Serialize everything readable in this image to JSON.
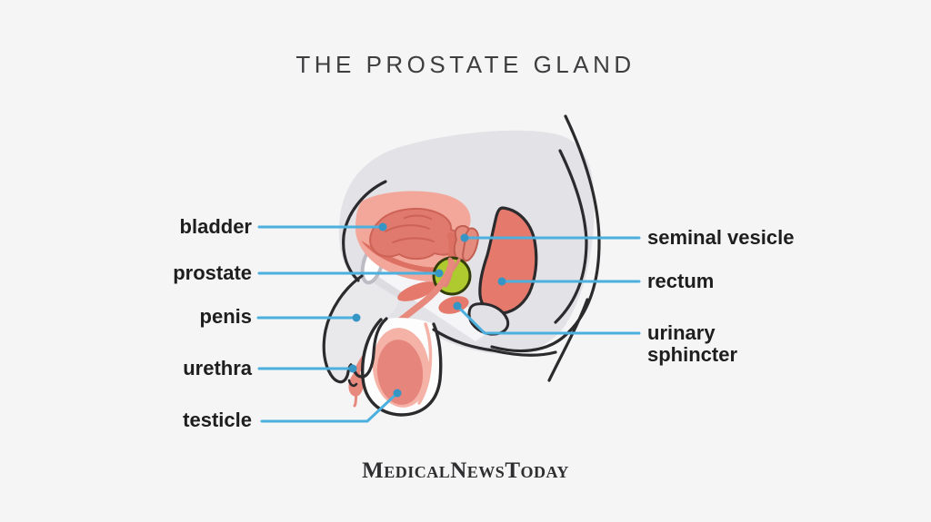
{
  "title": "THE PROSTATE GLAND",
  "brand": "MedicalNewsToday",
  "labels": {
    "left": [
      {
        "text": "bladder"
      },
      {
        "text": "prostate"
      },
      {
        "text": "penis"
      },
      {
        "text": "urethra"
      },
      {
        "text": "testicle"
      }
    ],
    "right": [
      {
        "text": "seminal vesicle"
      },
      {
        "text": "rectum"
      },
      {
        "text": "urinary sphincter"
      }
    ]
  },
  "colors": {
    "background": "#f5f5f5",
    "body_silhouette": "#e3e2e6",
    "outline_black": "#2b2a2c",
    "organ_salmon": "#e5796c",
    "organ_salmon_light": "#f3a79a",
    "bladder_inner": "#e07a6e",
    "prostate_green": "#aeca2f",
    "prostate_outline": "#333d0c",
    "leader_line_blue": "#4bb0de",
    "leader_dot_blue": "#3595c4",
    "label_text": "#1e1e1e",
    "title_text": "#3e3e40"
  }
}
